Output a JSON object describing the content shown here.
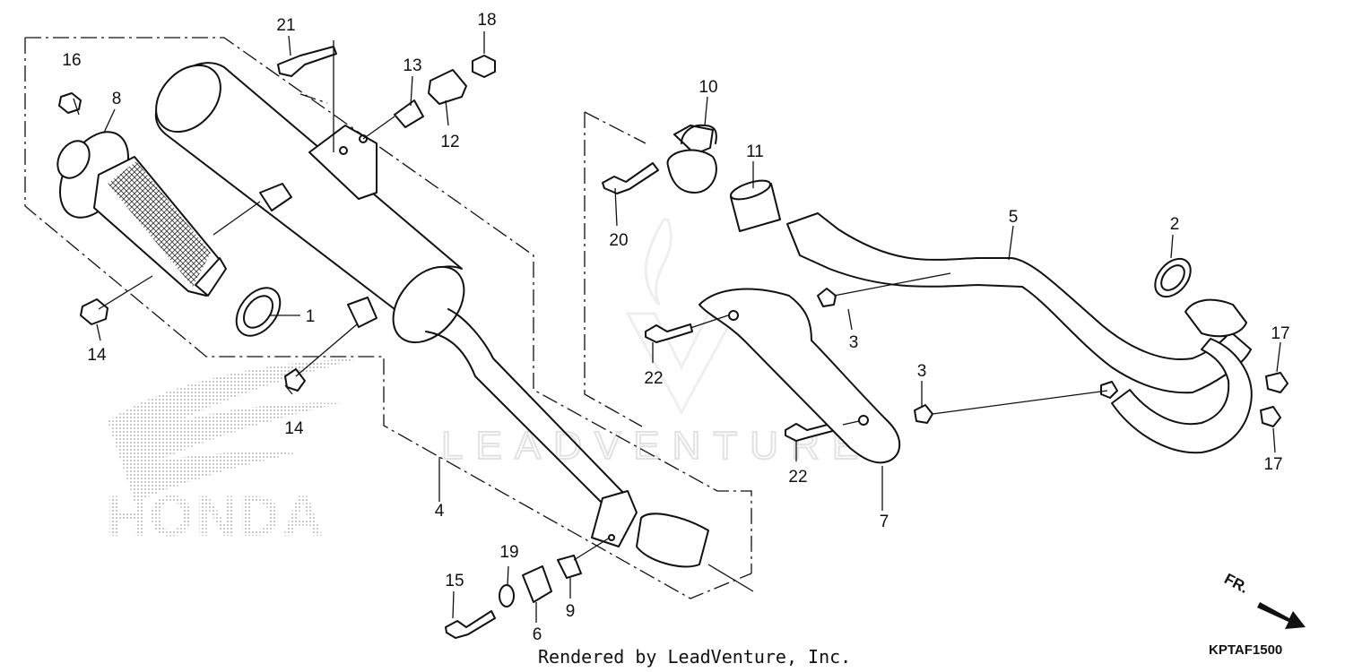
{
  "diagram": {
    "callouts": [
      {
        "id": "c1",
        "label": "1"
      },
      {
        "id": "c2",
        "label": "2"
      },
      {
        "id": "c3a",
        "label": "3"
      },
      {
        "id": "c3b",
        "label": "3"
      },
      {
        "id": "c4",
        "label": "4"
      },
      {
        "id": "c5",
        "label": "5"
      },
      {
        "id": "c6",
        "label": "6"
      },
      {
        "id": "c7",
        "label": "7"
      },
      {
        "id": "c8",
        "label": "8"
      },
      {
        "id": "c9",
        "label": "9"
      },
      {
        "id": "c10",
        "label": "10"
      },
      {
        "id": "c11",
        "label": "11"
      },
      {
        "id": "c12",
        "label": "12"
      },
      {
        "id": "c13",
        "label": "13"
      },
      {
        "id": "c14a",
        "label": "14"
      },
      {
        "id": "c14b",
        "label": "14"
      },
      {
        "id": "c15",
        "label": "15"
      },
      {
        "id": "c16",
        "label": "16"
      },
      {
        "id": "c17a",
        "label": "17"
      },
      {
        "id": "c17b",
        "label": "17"
      },
      {
        "id": "c18",
        "label": "18"
      },
      {
        "id": "c19",
        "label": "19"
      },
      {
        "id": "c20",
        "label": "20"
      },
      {
        "id": "c21",
        "label": "21"
      },
      {
        "id": "c22a",
        "label": "22"
      },
      {
        "id": "c22b",
        "label": "22"
      }
    ],
    "credit": "Rendered by LeadVenture, Inc.",
    "diagram_code": "KPTAF1500",
    "front_marker": "FR.",
    "brand_logo_text": "HONDA",
    "watermark_text": "LEADVENTURE"
  }
}
